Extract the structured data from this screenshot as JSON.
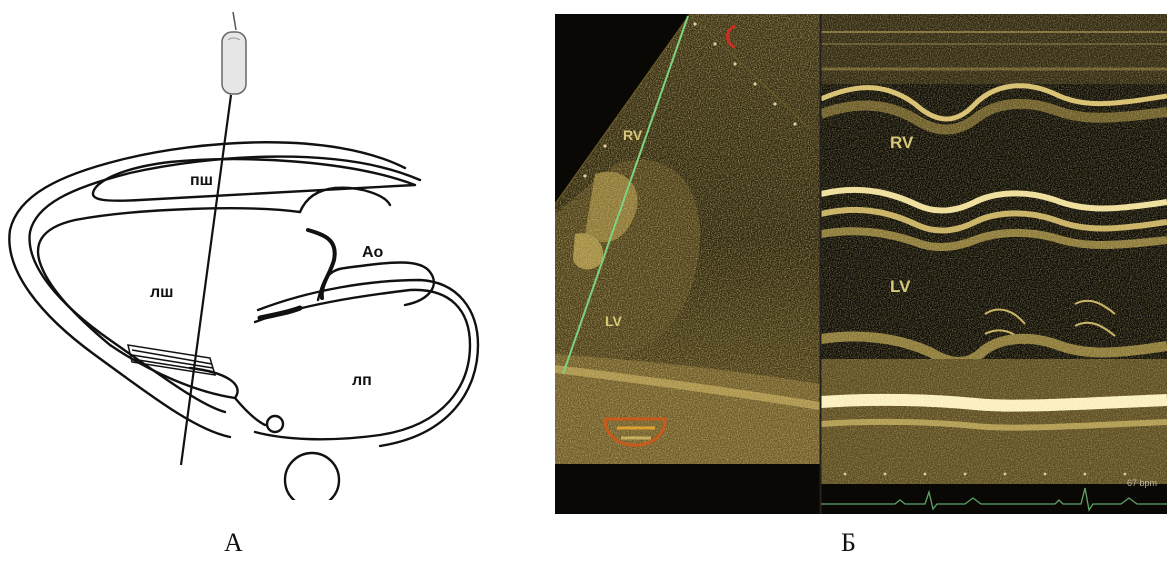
{
  "panel_a": {
    "caption": "А",
    "labels": {
      "rv": "пш",
      "lv": "лш",
      "ao": "Ao",
      "la": "лп"
    }
  },
  "panel_b": {
    "caption": "Б",
    "labels": {
      "rv_2d": "RV",
      "lv_2d": "LV",
      "rv_m": "RV",
      "lv_m": "LV"
    },
    "heart_rate": "67 bpm",
    "colors": {
      "tissue": "#b8a050",
      "background": "#0a0804",
      "scanline": "#7ed27e",
      "ecg": "#5fa36a"
    }
  }
}
